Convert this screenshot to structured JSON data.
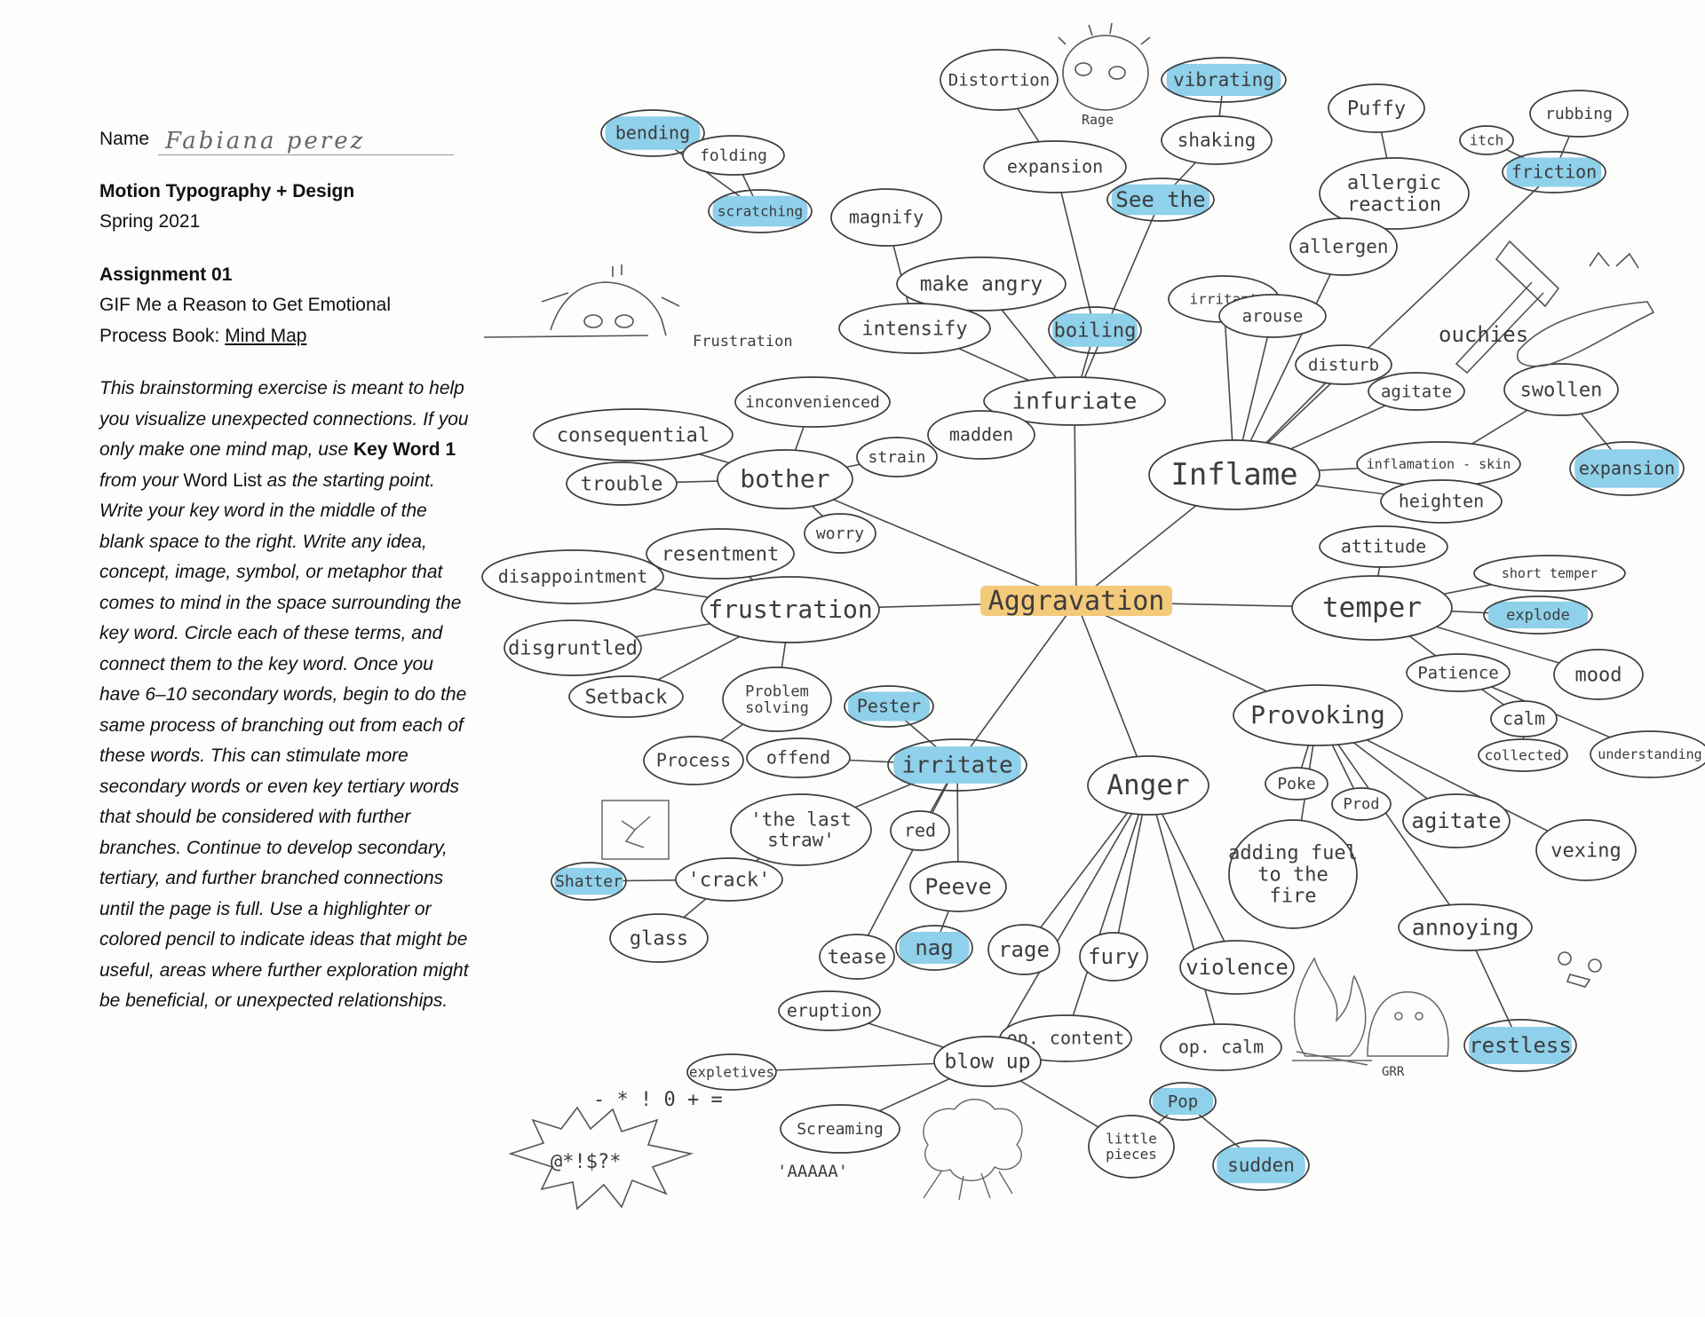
{
  "sheet": {
    "name_label": "Name",
    "name_value": "Fabiana perez",
    "course": "Motion Typography + Design",
    "term": "Spring 2021",
    "assignment": "Assignment 01",
    "assignment_title": "GIF Me a Reason to Get Emotional",
    "process_prefix": "Process Book: ",
    "process_link": "Mind Map",
    "instructions": {
      "p1": "This brainstorming exercise is meant to help you visualize unexpected connections. If you only make one mind map, use ",
      "key_word": "Key Word 1",
      "p2": " from your ",
      "word_list": "Word List",
      "p3": " as the starting point. Write your key word in the middle of the blank space to the right. Write any idea, concept, image, symbol, or metaphor that comes to mind in the space surrounding the key word. Circle each of these terms, and connect them to the key word. Once you have 6–10 secondary words, begin to do the same process of branching out from each of these words. This can stimulate more secondary words or even key tertiary words that should be considered with further branches. Continue to develop secondary, tertiary, and further branched connections until the page is full. Use a highlighter or colored pencil to indicate ideas that might be useful, areas where further exploration might be beneficial, or unexpected relationships."
    }
  },
  "colors": {
    "highlight_blue": "#8fd0ea",
    "highlight_yellow": "#f3c97a",
    "pencil": "#3c3c3c"
  },
  "center": "Aggravation",
  "nodes": [
    {
      "id": "bending",
      "label": "bending",
      "hl": true
    },
    {
      "id": "folding",
      "label": "folding"
    },
    {
      "id": "scratching",
      "label": "scratching",
      "hl": true
    },
    {
      "id": "distortion",
      "label": "Distortion"
    },
    {
      "id": "vibrating",
      "label": "vibrating",
      "hl": true
    },
    {
      "id": "shaking",
      "label": "shaking"
    },
    {
      "id": "expansion1",
      "label": "expansion"
    },
    {
      "id": "seethe",
      "label": "See the",
      "hl": true
    },
    {
      "id": "magnify",
      "label": "magnify"
    },
    {
      "id": "makeangry",
      "label": "make angry"
    },
    {
      "id": "intensify",
      "label": "intensify"
    },
    {
      "id": "boiling",
      "label": "boiling",
      "hl": true
    },
    {
      "id": "infuriate",
      "label": "infuriate"
    },
    {
      "id": "madden",
      "label": "madden"
    },
    {
      "id": "puffy",
      "label": "Puffy"
    },
    {
      "id": "allergic",
      "label": "allergic reaction"
    },
    {
      "id": "itch",
      "label": "itch"
    },
    {
      "id": "rubbing",
      "label": "rubbing"
    },
    {
      "id": "friction",
      "label": "friction",
      "hl": true
    },
    {
      "id": "allergen",
      "label": "allergen"
    },
    {
      "id": "irritant",
      "label": "irritant"
    },
    {
      "id": "arouse",
      "label": "arouse"
    },
    {
      "id": "disturb",
      "label": "disturb"
    },
    {
      "id": "agitate1",
      "label": "agitate"
    },
    {
      "id": "swollen",
      "label": "swollen"
    },
    {
      "id": "inflame",
      "label": "Inflame"
    },
    {
      "id": "inflamation",
      "label": "inflamation - skin"
    },
    {
      "id": "expansion2",
      "label": "expansion",
      "hl": true
    },
    {
      "id": "heighten",
      "label": "heighten"
    },
    {
      "id": "inconvenienced",
      "label": "inconvenienced"
    },
    {
      "id": "consequential",
      "label": "consequential"
    },
    {
      "id": "strain",
      "label": "strain"
    },
    {
      "id": "trouble",
      "label": "trouble"
    },
    {
      "id": "bother",
      "label": "bother"
    },
    {
      "id": "worry",
      "label": "worry"
    },
    {
      "id": "resentment",
      "label": "resentment"
    },
    {
      "id": "disappointment",
      "label": "disappointment"
    },
    {
      "id": "frustration",
      "label": "frustration"
    },
    {
      "id": "disgruntled",
      "label": "disgruntled"
    },
    {
      "id": "setback",
      "label": "Setback"
    },
    {
      "id": "problem",
      "label": "Problem solving"
    },
    {
      "id": "pester",
      "label": "Pester",
      "hl": true
    },
    {
      "id": "process",
      "label": "Process"
    },
    {
      "id": "offend",
      "label": "offend"
    },
    {
      "id": "irritate",
      "label": "irritate",
      "hl": true
    },
    {
      "id": "laststraw",
      "label": "'the last straw'"
    },
    {
      "id": "crack",
      "label": "'crack'"
    },
    {
      "id": "shatter",
      "label": "Shatter",
      "hl": true
    },
    {
      "id": "glass",
      "label": "glass"
    },
    {
      "id": "red",
      "label": "red"
    },
    {
      "id": "peeve",
      "label": "Peeve"
    },
    {
      "id": "tease",
      "label": "tease"
    },
    {
      "id": "nag",
      "label": "nag",
      "hl": true
    },
    {
      "id": "attitude",
      "label": "attitude"
    },
    {
      "id": "temper",
      "label": "temper"
    },
    {
      "id": "shorttemper",
      "label": "short temper"
    },
    {
      "id": "explode",
      "label": "explode",
      "hl": true
    },
    {
      "id": "patience",
      "label": "Patience"
    },
    {
      "id": "mood",
      "label": "mood"
    },
    {
      "id": "calm",
      "label": "calm"
    },
    {
      "id": "collected",
      "label": "collected"
    },
    {
      "id": "understanding",
      "label": "understanding"
    },
    {
      "id": "provoking",
      "label": "Provoking"
    },
    {
      "id": "poke",
      "label": "Poke"
    },
    {
      "id": "prod",
      "label": "Prod"
    },
    {
      "id": "addingfuel",
      "label": "adding fuel to the fire"
    },
    {
      "id": "agitate2",
      "label": "agitate"
    },
    {
      "id": "vexing",
      "label": "vexing"
    },
    {
      "id": "annoying",
      "label": "annoying"
    },
    {
      "id": "restless",
      "label": "restless",
      "hl": true
    },
    {
      "id": "anger",
      "label": "Anger"
    },
    {
      "id": "rage",
      "label": "rage"
    },
    {
      "id": "fury",
      "label": "fury"
    },
    {
      "id": "violence",
      "label": "violence"
    },
    {
      "id": "opcontent",
      "label": "op. content"
    },
    {
      "id": "opcalm",
      "label": "op. calm"
    },
    {
      "id": "eruption",
      "label": "eruption"
    },
    {
      "id": "blowup",
      "label": "blow up"
    },
    {
      "id": "expletives",
      "label": "expletives"
    },
    {
      "id": "screaming",
      "label": "Screaming"
    },
    {
      "id": "littlepieces",
      "label": "little pieces"
    },
    {
      "id": "pop",
      "label": "Pop",
      "hl": true
    },
    {
      "id": "sudden",
      "label": "sudden",
      "hl": true
    }
  ],
  "sketch_captions": {
    "rage": "Rage",
    "frustration": "Frustration",
    "ouchies": "ouchies",
    "grr": "GRR",
    "aaaaa": "'AAAAA'",
    "swearing": "@*!$?*",
    "symbols": "- * ! 0 + ="
  }
}
